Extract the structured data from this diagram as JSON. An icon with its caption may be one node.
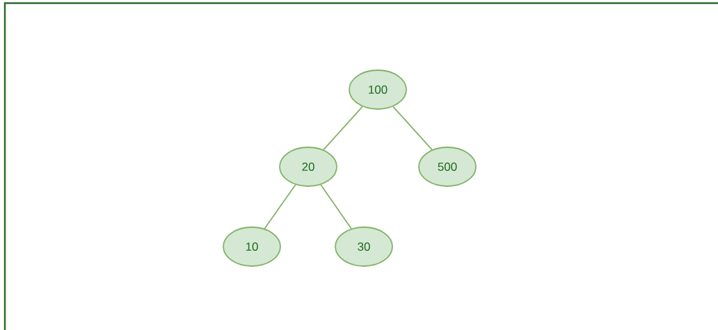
{
  "diagram": {
    "nodes": [
      {
        "text": [
          "100"
        ]
      },
      {
        "text": [
          "20"
        ]
      },
      {
        "text": [
          "500"
        ]
      },
      {
        "text": [
          "10"
        ]
      },
      {
        "text": [
          "30"
        ]
      }
    ],
    "edges": [
      {
        "from": 0,
        "to": 1,
        "arrow": "none"
      },
      {
        "from": 0,
        "to": 2,
        "arrow": "none"
      },
      {
        "from": 1,
        "to": 3,
        "arrow": "none"
      },
      {
        "from": 1,
        "to": 4,
        "arrow": "none"
      }
    ]
  }
}
